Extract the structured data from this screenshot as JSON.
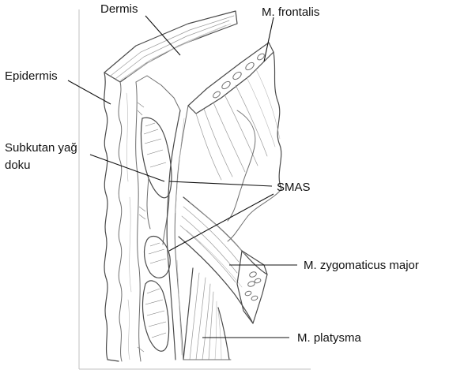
{
  "figure": {
    "labels": {
      "dermis": "Dermis",
      "frontalis": "M. frontalis",
      "epidermis": "Epidermis",
      "subkutan_line1": "Subkutan yağ",
      "subkutan_line2": "doku",
      "smas": "SMAS",
      "zygomaticus": "M. zygomaticus major",
      "platysma": "M. platysma"
    }
  }
}
